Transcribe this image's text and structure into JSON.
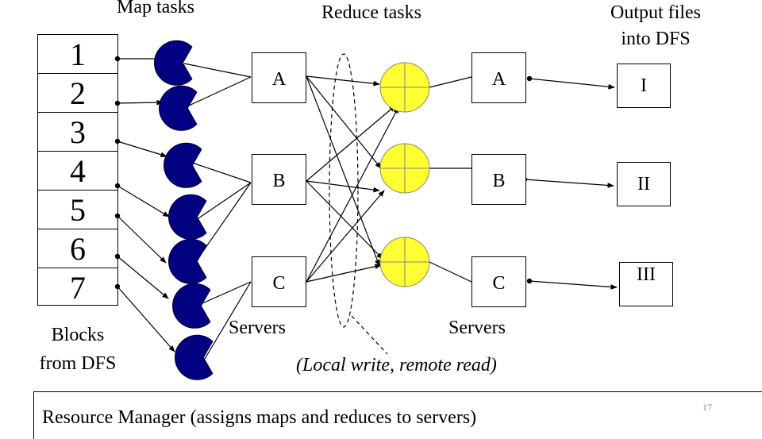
{
  "headers": {
    "map_tasks": "Map tasks",
    "reduce_tasks": "Reduce tasks",
    "output_line1": "Output  files",
    "output_line2": "into DFS"
  },
  "blocks": [
    "1",
    "2",
    "3",
    "4",
    "5",
    "6",
    "7"
  ],
  "blocks_caption": {
    "line1": "Blocks",
    "line2": "from DFS"
  },
  "map_servers": [
    "A",
    "B",
    "C"
  ],
  "reduce_servers": [
    "A",
    "B",
    "C"
  ],
  "servers_label_left": "Servers",
  "servers_label_right": "Servers",
  "outputs": [
    "I",
    "II",
    "III"
  ],
  "annotation": "(Local write, remote read)",
  "resource_manager": "Resource Manager (assigns maps and reduces to servers)",
  "page_number": "17",
  "colors": {
    "map_task": "#000080",
    "reduce_task": "#ffff33",
    "page_number": "#888888"
  },
  "icons": {
    "map_task": "pacman-icon",
    "reduce_task": "crossed-circle-icon"
  }
}
